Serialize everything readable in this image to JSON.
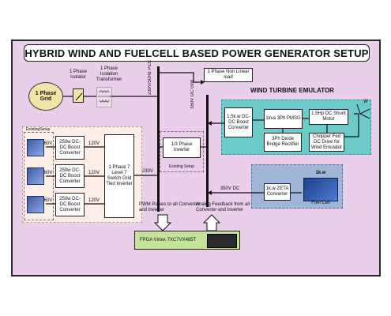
{
  "title": "HYBRID WIND AND FUELCELL BASED POWER GENERATOR SETUP",
  "grid": {
    "label": "1 Phase Grid"
  },
  "isolator": {
    "label": "1 Phase Isolator"
  },
  "transformer": {
    "label": "1 Phase Isolation Transformer"
  },
  "pcc_label": "230V/50Hz PCC",
  "linear_load": {
    "label": "1 Phase Non Linear load"
  },
  "dc_grid_label": "350V DC Grid",
  "wind": {
    "title": "WIND TURBINE EMULATOR",
    "dcdc": "1.5k.w DC-DC Boost Converter",
    "pmsg": "1kva 3Ph PMSG",
    "shunt_motor": "1.5Hp DC Shunt Motor",
    "rectifier": "3Ph Diode Bridge Rectifier",
    "chopper": "Chopper Fed DC Drive for Wind Emulator",
    "wind_symbol": "W"
  },
  "solar": {
    "existing_label": "ExistingSetup",
    "panels": [
      {
        "voltage": "60V",
        "converter": "250w DC-DC Boost Converter",
        "out": "120V"
      },
      {
        "voltage": "60V",
        "converter": "250w DC-DC Boost Converter",
        "out": "120V"
      },
      {
        "voltage": "60V",
        "converter": "250w DC-DC Boost Converter",
        "out": "120V"
      }
    ],
    "inverter": "1 Phase 7 Level 7 Switch Grid Tied Inverter",
    "inverter_out": "230V"
  },
  "three_phase_inverter": {
    "label": "1/3 Phase Inverter",
    "existing": "Existing Setup"
  },
  "fuelcell": {
    "dc_label": "350V DC",
    "zeta": "1k.w ZETA Converter",
    "rating": "1k.w",
    "label": "Fuel Cell"
  },
  "pwm_label": "PWM Pulses to all Converter and Inverter",
  "feedback_label": "Analog Feedback from all Converter and Inverter",
  "fpga": {
    "label": "FPGA Virtex 7XC7VX485T"
  },
  "colors": {
    "frame": "#e9cfe9",
    "wind_panel": "#6ccbc9",
    "fuelcell_panel": "#9fb6d8",
    "solar_panel": "#fdeee7",
    "fpga": "#c5e39a",
    "grid_circle": "#f2e3a8"
  }
}
